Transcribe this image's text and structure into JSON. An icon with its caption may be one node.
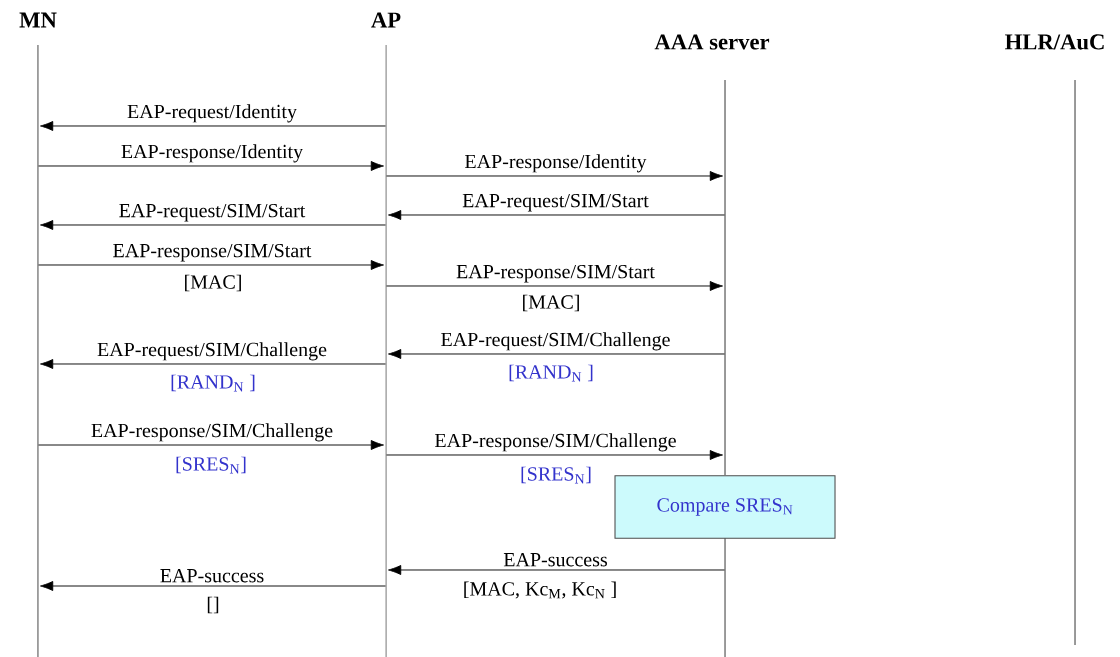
{
  "diagram": {
    "nodes": [
      {
        "text": [
          "MN"
        ]
      },
      {
        "text": [
          "AP"
        ]
      },
      {
        "text": [
          "AAA server"
        ]
      },
      {
        "text": [
          "HLR/AuC"
        ]
      },
      {
        "text": [],
        "shape": "bar"
      },
      {
        "text": [],
        "shape": "bar"
      },
      {
        "text": [],
        "shape": "bar"
      },
      {
        "text": [],
        "shape": "bar"
      },
      {
        "text": [],
        "shape": "bar"
      },
      {
        "text": [
          "Compare SRES$_{N}$"
        ]
      }
    ],
    "edges": [
      {
        "from": 5,
        "to": 4,
        "arrow": "to",
        "label": "EAP-request/Identity"
      },
      {
        "from": 4,
        "to": 5,
        "arrow": "to",
        "label": "EAP-response/Identity"
      },
      {
        "from": 5,
        "to": 6,
        "arrow": "to",
        "label": "EAP-response/Identity"
      },
      {
        "from": 6,
        "to": 5,
        "arrow": "to",
        "label": "EAP-request/SIM/Start"
      },
      {
        "from": 5,
        "to": 4,
        "arrow": "to",
        "label": "EAP-request/SIM/Start"
      },
      {
        "from": 4,
        "to": 5,
        "arrow": "to",
        "label": "EAP-response/SIM/Start"
      },
      {
        "from": 5,
        "to": 6,
        "arrow": "to",
        "label": "EAP-response/SIM/Start"
      },
      {
        "from": 6,
        "to": 5,
        "arrow": "to",
        "label": "EAP-request/SIM/Challenge"
      },
      {
        "from": 5,
        "to": 4,
        "arrow": "to",
        "label": "EAP-request/SIM/Challenge"
      },
      {
        "from": 4,
        "to": 5,
        "arrow": "to",
        "label": "EAP-response/SIM/Challenge"
      },
      {
        "from": 5,
        "to": 6,
        "arrow": "to",
        "label": "EAP-response/SIM/Challenge"
      },
      {
        "from": 8,
        "to": 5,
        "arrow": "to",
        "label": "EAP-success"
      },
      {
        "from": 5,
        "to": 4,
        "arrow": "to",
        "label": "EAP-success"
      }
    ],
    "labels": [
      "[MAC]",
      "[MAC]",
      "[RAND$_{N}$ ]",
      "[RAND$_{N}$ ]",
      "[SRES$_{N}$]",
      "[SRES$_{N}$]",
      "[MAC, Kc$_{M}$, Kc$_{N}$ ]",
      "[]"
    ]
  }
}
